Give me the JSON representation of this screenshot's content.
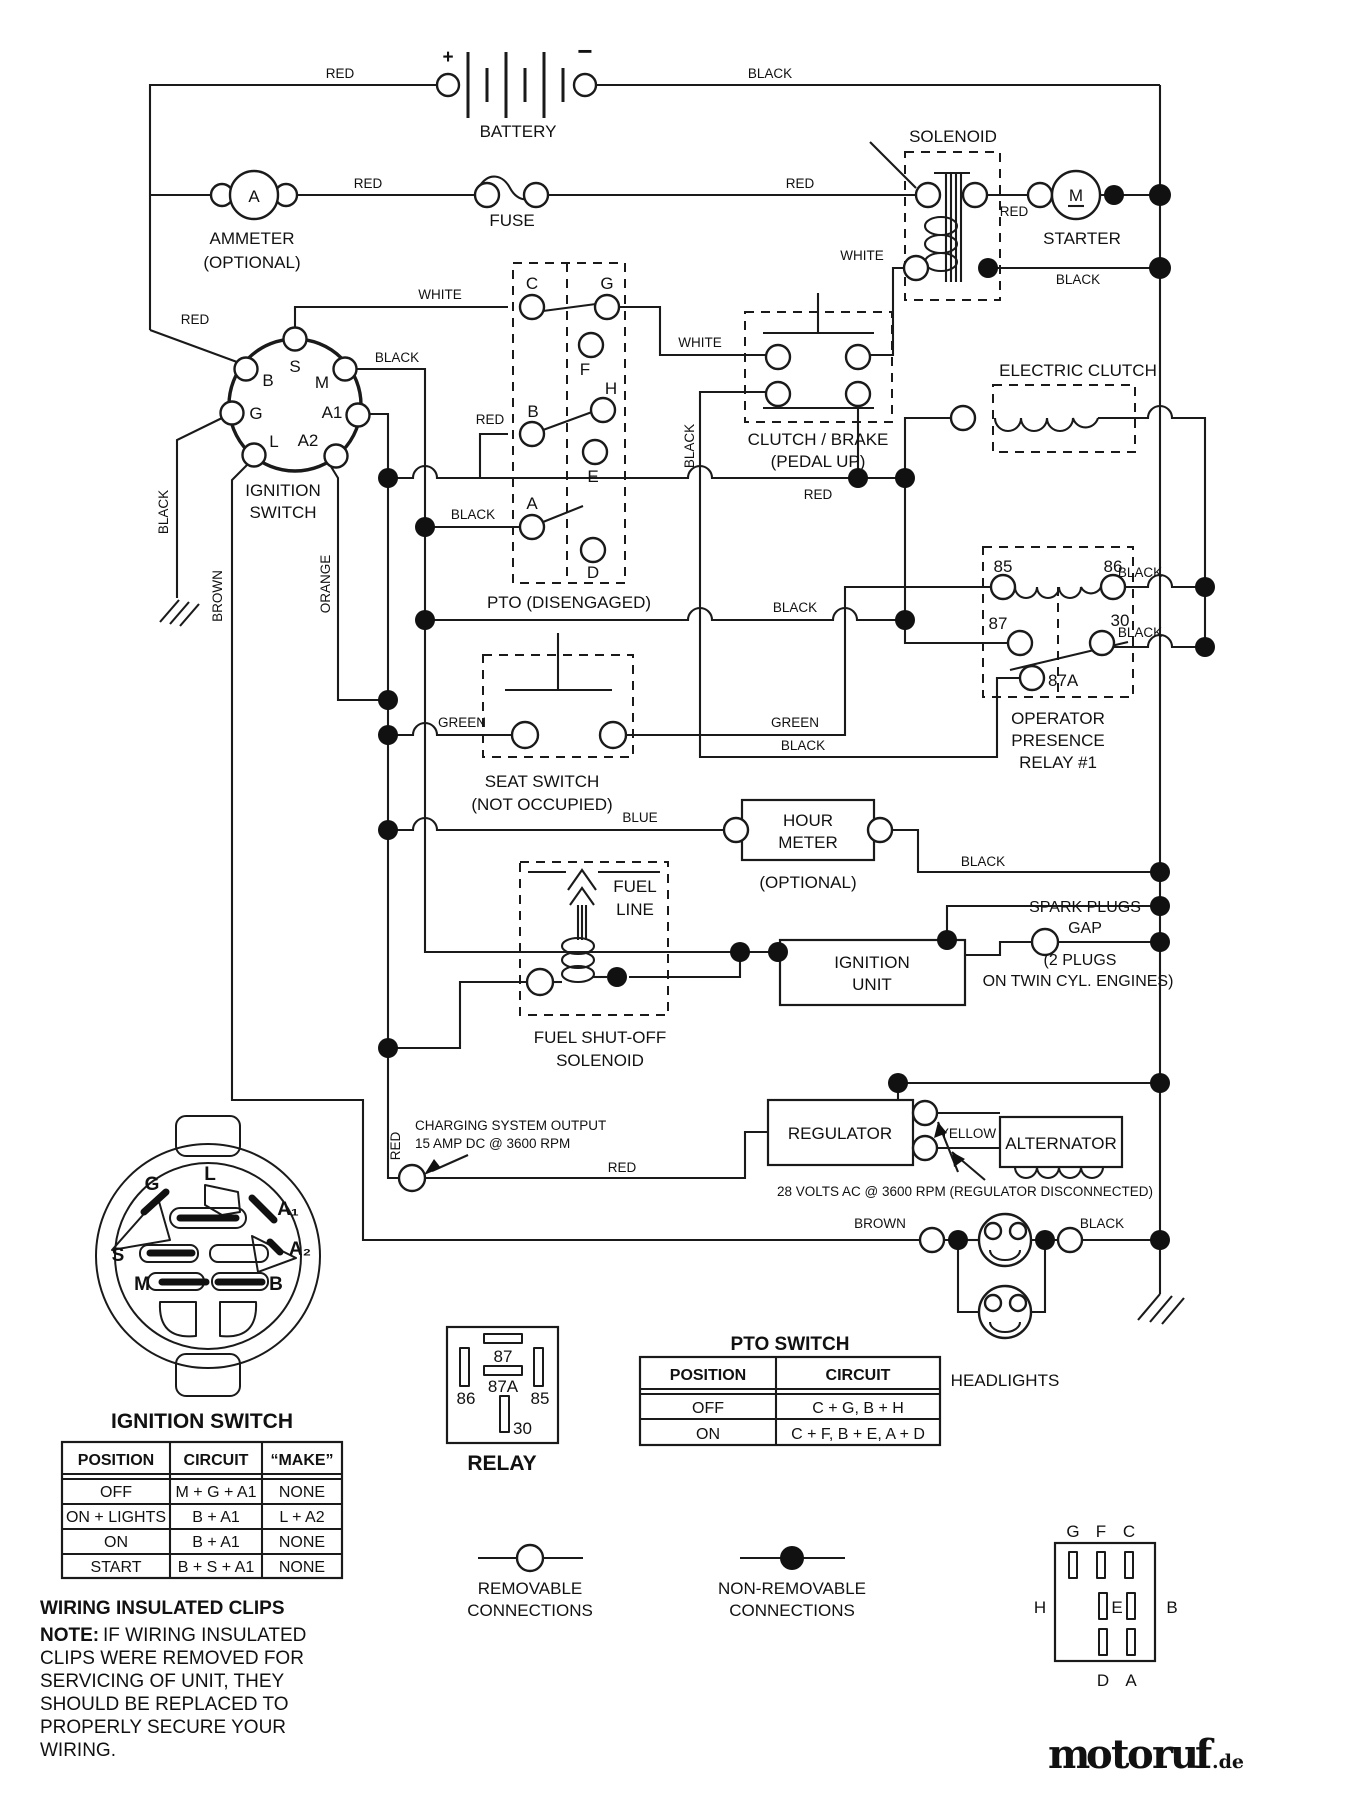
{
  "components": {
    "battery": {
      "label": "BATTERY",
      "plus": "+",
      "minus": "−"
    },
    "ammeter": {
      "label": "AMMETER",
      "optional": "(OPTIONAL)",
      "symbol": "A"
    },
    "fuse": {
      "label": "FUSE"
    },
    "solenoid": {
      "label": "SOLENOID"
    },
    "starter": {
      "label": "STARTER",
      "symbol": "M"
    },
    "ignition_switch": {
      "line1": "IGNITION",
      "line2": "SWITCH",
      "pin_s": "S",
      "pin_b": "B",
      "pin_m": "M",
      "pin_g": "G",
      "pin_a1": "A1",
      "pin_l": "L",
      "pin_a2": "A2"
    },
    "pto_switch": {
      "label": "PTO (DISENGAGED)",
      "pin_c": "C",
      "pin_g": "G",
      "pin_f": "F",
      "pin_h": "H",
      "pin_b": "B",
      "pin_e": "E",
      "pin_a": "A",
      "pin_d": "D"
    },
    "clutch_brake": {
      "line1": "CLUTCH / BRAKE",
      "line2": "(PEDAL UP)"
    },
    "electric_clutch": {
      "label": "ELECTRIC CLUTCH"
    },
    "operator_relay": {
      "line1": "OPERATOR",
      "line2": "PRESENCE",
      "line3": "RELAY #1",
      "pin85": "85",
      "pin86": "86",
      "pin87": "87",
      "pin87a": "87A",
      "pin30": "30"
    },
    "seat_switch": {
      "line1": "SEAT SWITCH",
      "line2": "(NOT OCCUPIED)"
    },
    "hour_meter": {
      "line1": "HOUR",
      "line2": "METER",
      "optional": "(OPTIONAL)"
    },
    "fuel_line": {
      "line1": "FUEL",
      "line2": "LINE"
    },
    "ignition_unit": {
      "line1": "IGNITION",
      "line2": "UNIT"
    },
    "spark_plugs": {
      "line1": "SPARK PLUGS",
      "line2": "GAP",
      "line3": "(2 PLUGS",
      "line4": "ON TWIN CYL. ENGINES)"
    },
    "fuel_shutoff": {
      "line1": "FUEL SHUT-OFF",
      "line2": "SOLENOID"
    },
    "charging": {
      "line1": "CHARGING SYSTEM OUTPUT",
      "line2": "15 AMP DC @ 3600 RPM"
    },
    "regulator": {
      "label": "REGULATOR"
    },
    "alternator": {
      "label": "ALTERNATOR",
      "note": "28 VOLTS AC @ 3600 RPM (REGULATOR DISCONNECTED)"
    },
    "headlights": {
      "label": "HEADLIGHTS"
    }
  },
  "wire_labels": {
    "red": "RED",
    "black": "BLACK",
    "white": "WHITE",
    "green": "GREEN",
    "blue": "BLUE",
    "yellow": "YELLOW",
    "brown": "BROWN",
    "orange": "ORANGE"
  },
  "ignition_detail": {
    "title": "IGNITION SWITCH",
    "pin_g": "G",
    "pin_l": "L",
    "pin_a1": "A₁",
    "pin_a2": "A₂",
    "pin_s": "S",
    "pin_m": "M",
    "pin_b": "B"
  },
  "ignition_table": {
    "headers": [
      "POSITION",
      "CIRCUIT",
      "“MAKE”"
    ],
    "rows": [
      [
        "OFF",
        "M + G + A1",
        "NONE"
      ],
      [
        "ON + LIGHTS",
        "B + A1",
        "L + A2"
      ],
      [
        "ON",
        "B + A1",
        "NONE"
      ],
      [
        "START",
        "B + S + A1",
        "NONE"
      ]
    ]
  },
  "relay_detail": {
    "title": "RELAY",
    "pin87": "87",
    "pin87a": "87A",
    "pin86": "86",
    "pin85": "85",
    "pin30": "30"
  },
  "pto_table": {
    "title": "PTO SWITCH",
    "headers": [
      "POSITION",
      "CIRCUIT"
    ],
    "rows": [
      [
        "OFF",
        "C + G, B + H"
      ],
      [
        "ON",
        "C + F, B + E, A + D"
      ]
    ]
  },
  "pto_connector": {
    "pin_g": "G",
    "pin_f": "F",
    "pin_c": "C",
    "pin_h": "H",
    "pin_e": "E",
    "pin_b": "B",
    "pin_d": "D",
    "pin_a": "A"
  },
  "legend": {
    "removable_line1": "REMOVABLE",
    "removable_line2": "CONNECTIONS",
    "nonremovable_line1": "NON-REMOVABLE",
    "nonremovable_line2": "CONNECTIONS"
  },
  "note": {
    "title": "WIRING INSULATED CLIPS",
    "label": "NOTE:",
    "line1": "IF WIRING INSULATED",
    "line2": "CLIPS WERE REMOVED FOR",
    "line3": "SERVICING OF UNIT, THEY",
    "line4": "SHOULD BE REPLACED TO",
    "line5": "PROPERLY SECURE YOUR",
    "line6": "WIRING."
  },
  "watermark": {
    "letters": [
      {
        "ch": "m",
        "color": "#4f6fae"
      },
      {
        "ch": "o",
        "color": "#2b3a90"
      },
      {
        "ch": "t",
        "color": "#e870a8"
      },
      {
        "ch": "o",
        "color": "#3f9e4d"
      },
      {
        "ch": "r",
        "color": "#e2572b"
      },
      {
        "ch": "u",
        "color": "#ef8d1f"
      },
      {
        "ch": "f",
        "color": "#f3b31b"
      }
    ],
    "suffix": ".de"
  }
}
